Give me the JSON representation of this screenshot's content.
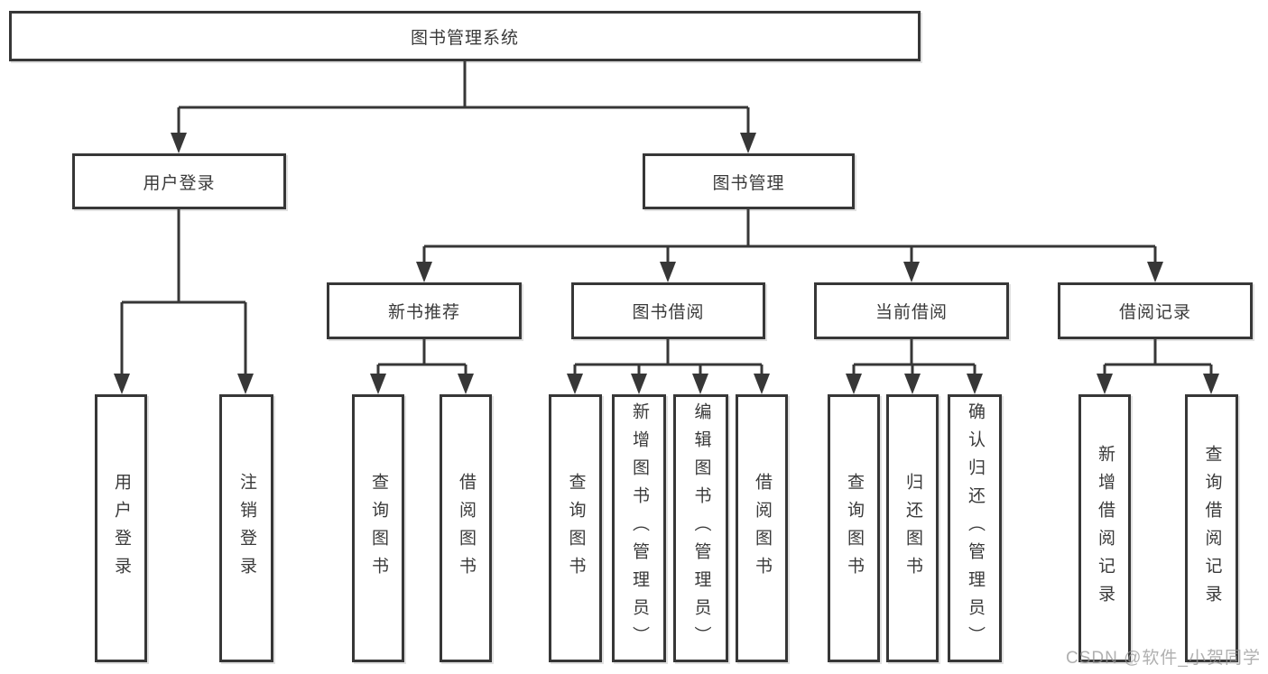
{
  "diagram": {
    "root": "图书管理系统",
    "level2": [
      "用户登录",
      "图书管理"
    ],
    "level3": [
      "新书推荐",
      "图书借阅",
      "当前借阅",
      "借阅记录"
    ],
    "leaves": {
      "user_login": [
        "用户登录",
        "注销登录"
      ],
      "new_book_recommend": [
        "查询图书",
        "借阅图书"
      ],
      "book_borrow": [
        "查询图书",
        "新增图书（管理员）",
        "编辑图书（管理员）",
        "借阅图书"
      ],
      "current_borrow": [
        "查询图书",
        "归还图书",
        "确认归还（管理员）"
      ],
      "borrow_record": [
        "新增借阅记录",
        "查询借阅记录"
      ]
    }
  },
  "watermark": {
    "text": "CSDN @软件_小贺同学"
  },
  "colors": {
    "line": "#373737",
    "text": "#3a3a3a",
    "watermark": "#969696",
    "background": "#ffffff"
  }
}
